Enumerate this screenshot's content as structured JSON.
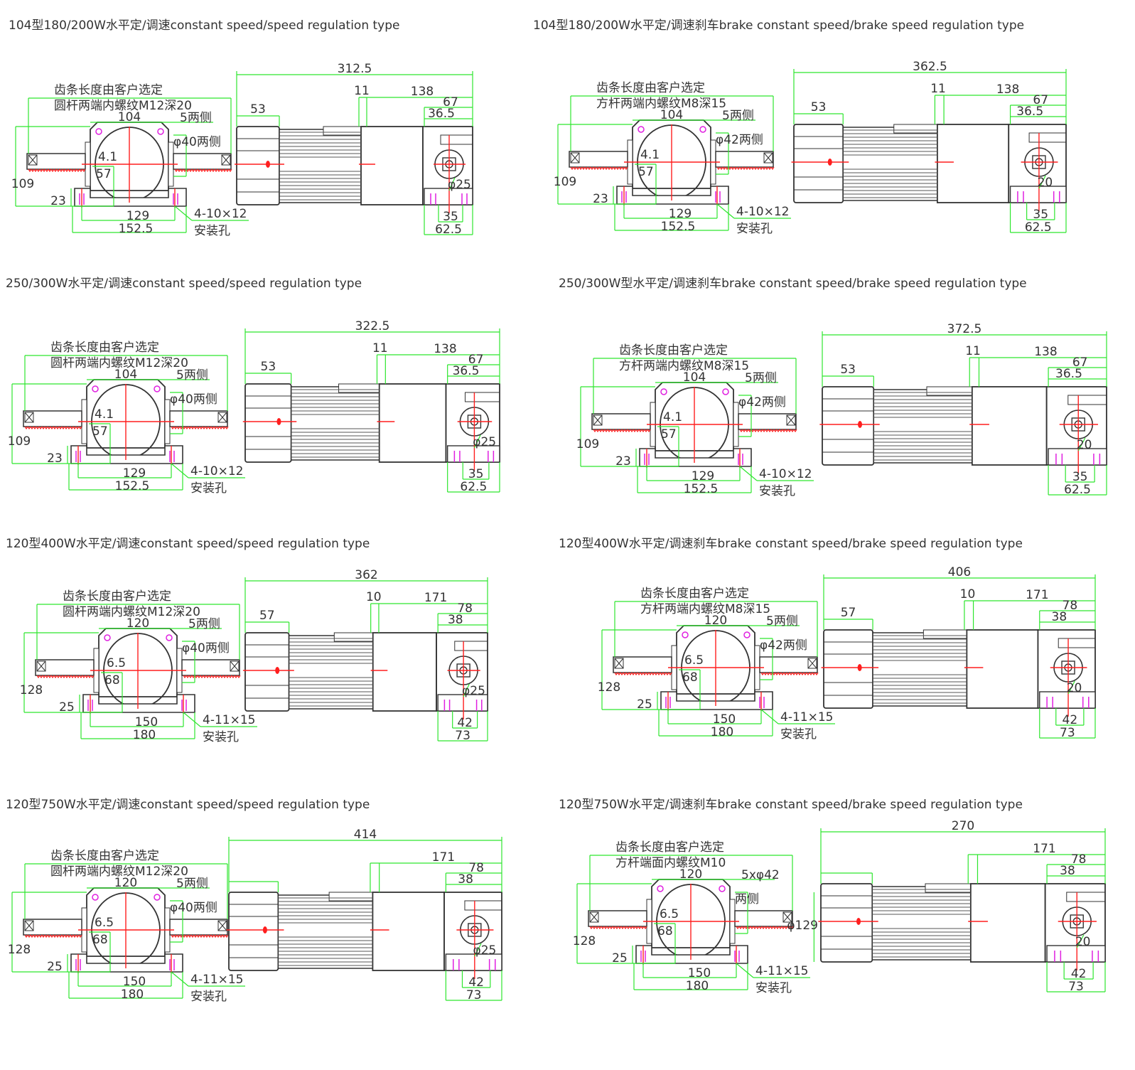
{
  "colors": {
    "dimension": "#2ee62e",
    "centerline": "#ff1e1e",
    "outline": "#333333",
    "hole": "#e020e0"
  },
  "panels": [
    {
      "title": "104型180/200W水平定/调速constant speed/speed regulation type",
      "notes": [
        "齿条长度由客户选定",
        "圆杆两端内螺纹M12深20"
      ],
      "dims": {
        "front_width": "104",
        "side": "5两侧",
        "shaft": "φ40两侧",
        "d1": "4.1",
        "d2": "57",
        "height": "109",
        "base": "23",
        "hole_spacing": "129",
        "base_width": "152.5",
        "holes": "4-10×12",
        "holes_label": "安装孔",
        "total": "312.5",
        "motor": "53",
        "gap": "11",
        "gearbox": "138",
        "g1": "67",
        "g2": "36.5",
        "output": "φ25",
        "foot": "35",
        "foot_width": "62.5",
        "motor_dia": null
      }
    },
    {
      "title": "104型180/200W水平定/调速刹车brake constant speed/brake speed regulation type",
      "notes": [
        "齿条长度由客户选定",
        "方杆两端内螺纹M8深15"
      ],
      "dims": {
        "front_width": "104",
        "side": "5两侧",
        "shaft": "φ42两侧",
        "d1": "4.1",
        "d2": "57",
        "height": "109",
        "base": "23",
        "hole_spacing": "129",
        "base_width": "152.5",
        "holes": "4-10×12",
        "holes_label": "安装孔",
        "total": "362.5",
        "motor": "53",
        "gap": "11",
        "gearbox": "138",
        "g1": "67",
        "g2": "36.5",
        "output": "20",
        "foot": "35",
        "foot_width": "62.5",
        "motor_dia": null
      }
    },
    {
      "title": "250/300W水平定/调速constant speed/speed regulation type",
      "notes": [
        "齿条长度由客户选定",
        "圆杆两端内螺纹M12深20"
      ],
      "dims": {
        "front_width": "104",
        "side": "5两侧",
        "shaft": "φ40两侧",
        "d1": "4.1",
        "d2": "57",
        "height": "109",
        "base": "23",
        "hole_spacing": "129",
        "base_width": "152.5",
        "holes": "4-10×12",
        "holes_label": "安装孔",
        "total": "322.5",
        "motor": "53",
        "gap": "11",
        "gearbox": "138",
        "g1": "67",
        "g2": "36.5",
        "output": "φ25",
        "foot": "35",
        "foot_width": "62.5",
        "motor_dia": null
      }
    },
    {
      "title": "250/300W型水平定/调速刹车brake constant speed/brake speed regulation type",
      "notes": [
        "齿条长度由客户选定",
        "方杆两端内螺纹M8深15"
      ],
      "dims": {
        "front_width": "104",
        "side": "5两侧",
        "shaft": "φ42两侧",
        "d1": "4.1",
        "d2": "57",
        "height": "109",
        "base": "23",
        "hole_spacing": "129",
        "base_width": "152.5",
        "holes": "4-10×12",
        "holes_label": "安装孔",
        "total": "372.5",
        "motor": "53",
        "gap": "11",
        "gearbox": "138",
        "g1": "67",
        "g2": "36.5",
        "output": "20",
        "foot": "35",
        "foot_width": "62.5",
        "motor_dia": null
      }
    },
    {
      "title": "120型400W水平定/调速constant speed/speed regulation type",
      "notes": [
        "齿条长度由客户选定",
        "圆杆两端内螺纹M12深20"
      ],
      "dims": {
        "front_width": "120",
        "side": "5两侧",
        "shaft": "φ40两侧",
        "d1": "6.5",
        "d2": "68",
        "height": "128",
        "base": "25",
        "hole_spacing": "150",
        "base_width": "180",
        "holes": "4-11×15",
        "holes_label": "安装孔",
        "total": "362",
        "motor": "57",
        "gap": "10",
        "gearbox": "171",
        "g1": "78",
        "g2": "38",
        "output": "φ25",
        "foot": "42",
        "foot_width": "73",
        "motor_dia": null
      }
    },
    {
      "title": "120型400W水平定/调速刹车brake constant speed/brake speed regulation type",
      "notes": [
        "齿条长度由客户选定",
        "方杆两端内螺纹M8深15"
      ],
      "dims": {
        "front_width": "120",
        "side": "5两侧",
        "shaft": "φ42两侧",
        "d1": "6.5",
        "d2": "68",
        "height": "128",
        "base": "25",
        "hole_spacing": "150",
        "base_width": "180",
        "holes": "4-11×15",
        "holes_label": "安装孔",
        "total": "406",
        "motor": "57",
        "gap": "10",
        "gearbox": "171",
        "g1": "78",
        "g2": "38",
        "output": "20",
        "foot": "42",
        "foot_width": "73",
        "motor_dia": null
      }
    },
    {
      "title": "120型750W水平定/调速constant speed/speed regulation type",
      "notes": [
        "齿条长度由客户选定",
        "圆杆两端内螺纹M12深20"
      ],
      "dims": {
        "front_width": "120",
        "side": "5两侧",
        "shaft": "φ40两侧",
        "d1": "6.5",
        "d2": "68",
        "height": "128",
        "base": "25",
        "hole_spacing": "150",
        "base_width": "180",
        "holes": "4-11×15",
        "holes_label": "安装孔",
        "total": "414",
        "motor": null,
        "gap": null,
        "gearbox": "171",
        "g1": "78",
        "g2": "38",
        "output": "φ25",
        "foot": "42",
        "foot_width": "73",
        "motor_dia": null
      }
    },
    {
      "title": "120型750W水平定/调速刹车brake constant speed/brake speed regulation type",
      "notes": [
        "齿条长度由客户选定",
        "方杆端面内螺纹M10"
      ],
      "dims": {
        "front_width": "120",
        "side": "5xφ42",
        "shaft": "两侧",
        "d1": "6.5",
        "d2": "68",
        "height": "128",
        "base": "25",
        "hole_spacing": "150",
        "base_width": "180",
        "holes": "4-11×15",
        "holes_label": "安装孔",
        "total": "270",
        "motor": null,
        "gap": null,
        "gearbox": "171",
        "g1": "78",
        "g2": "38",
        "output": "20",
        "foot": "42",
        "foot_width": "73",
        "motor_dia": "φ129"
      }
    }
  ]
}
